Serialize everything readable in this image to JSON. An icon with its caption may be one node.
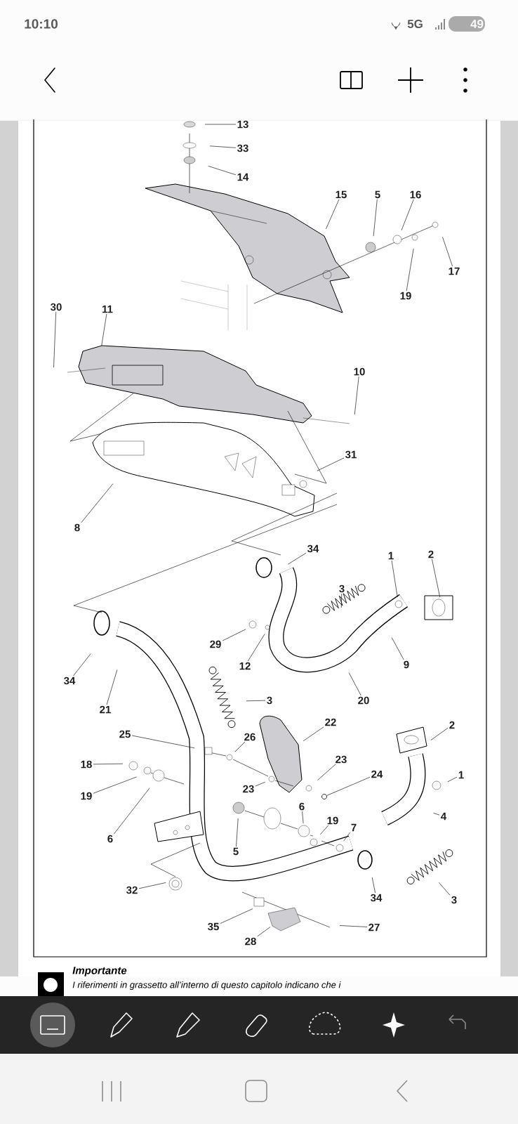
{
  "diagram": {
    "nodes": [
      {
        "text": [
          "13"
        ]
      },
      {
        "text": [
          "33"
        ]
      },
      {
        "text": [
          "14"
        ]
      },
      {
        "text": [
          "15"
        ]
      },
      {
        "text": [
          "5"
        ]
      },
      {
        "text": [
          "16"
        ]
      },
      {
        "text": [
          "17"
        ]
      },
      {
        "text": [
          "19"
        ]
      },
      {
        "text": [
          "30"
        ]
      },
      {
        "text": [
          "11"
        ]
      },
      {
        "text": [
          "10"
        ]
      },
      {
        "text": [
          "31"
        ]
      },
      {
        "text": [
          "8"
        ]
      },
      {
        "text": [
          "34"
        ]
      },
      {
        "text": [
          "1"
        ]
      },
      {
        "text": [
          "2"
        ]
      },
      {
        "text": [
          "3"
        ]
      },
      {
        "text": [
          "29"
        ]
      },
      {
        "text": [
          "12"
        ]
      },
      {
        "text": [
          "9"
        ]
      },
      {
        "text": [
          "34"
        ]
      },
      {
        "text": [
          "21"
        ]
      },
      {
        "text": [
          "20"
        ]
      },
      {
        "text": [
          "3"
        ]
      },
      {
        "text": [
          "22"
        ]
      },
      {
        "text": [
          "2"
        ]
      },
      {
        "text": [
          "25"
        ]
      },
      {
        "text": [
          "26"
        ]
      },
      {
        "text": [
          "18"
        ]
      },
      {
        "text": [
          "1"
        ]
      },
      {
        "text": [
          "23"
        ]
      },
      {
        "text": [
          "24"
        ]
      },
      {
        "text": [
          "19"
        ]
      },
      {
        "text": [
          "23"
        ]
      },
      {
        "text": [
          "6"
        ]
      },
      {
        "text": [
          "6"
        ]
      },
      {
        "text": [
          "19"
        ]
      },
      {
        "text": [
          "7"
        ]
      },
      {
        "text": [
          "4"
        ]
      },
      {
        "text": [
          "5"
        ]
      },
      {
        "text": [
          "32"
        ]
      },
      {
        "text": [
          "34"
        ]
      },
      {
        "text": [
          "3"
        ]
      },
      {
        "text": [
          "35"
        ]
      },
      {
        "text": [
          "28"
        ]
      },
      {
        "text": [
          "27"
        ]
      },
      {
        "text": [],
        "shape": "circle"
      }
    ],
    "edges": [
      {
        "from": 0,
        "to": null,
        "arrow": "none"
      },
      {
        "from": 1,
        "to": null,
        "arrow": "none"
      },
      {
        "from": 2,
        "to": null,
        "arrow": "none"
      },
      {
        "from": 3,
        "to": null,
        "arrow": "none"
      },
      {
        "from": 4,
        "to": null,
        "arrow": "none"
      },
      {
        "from": 5,
        "to": null,
        "arrow": "none"
      },
      {
        "from": 6,
        "to": null,
        "arrow": "none"
      },
      {
        "from": 7,
        "to": null,
        "arrow": "none"
      },
      {
        "from": 8,
        "to": null,
        "arrow": "none"
      },
      {
        "from": 9,
        "to": null,
        "arrow": "none"
      },
      {
        "from": 10,
        "to": null,
        "arrow": "none"
      },
      {
        "from": 11,
        "to": null,
        "arrow": "none"
      },
      {
        "from": 12,
        "to": null,
        "arrow": "none"
      },
      {
        "from": 13,
        "to": null,
        "arrow": "none"
      },
      {
        "from": 14,
        "to": null,
        "arrow": "none"
      },
      {
        "from": 15,
        "to": null,
        "arrow": "none"
      },
      {
        "from": 16,
        "to": null,
        "arrow": "none"
      },
      {
        "from": 17,
        "to": null,
        "arrow": "none"
      },
      {
        "from": 18,
        "to": null,
        "arrow": "none"
      },
      {
        "from": 19,
        "to": null,
        "arrow": "none"
      },
      {
        "from": 20,
        "to": null,
        "arrow": "none"
      },
      {
        "from": 21,
        "to": null,
        "arrow": "none"
      },
      {
        "from": 22,
        "to": null,
        "arrow": "none"
      },
      {
        "from": 23,
        "to": null,
        "arrow": "none"
      },
      {
        "from": 24,
        "to": null,
        "arrow": "none"
      },
      {
        "from": 25,
        "to": null,
        "arrow": "none"
      },
      {
        "from": 26,
        "to": null,
        "arrow": "none"
      },
      {
        "from": 27,
        "to": null,
        "arrow": "none"
      },
      {
        "from": 28,
        "to": null,
        "arrow": "none"
      },
      {
        "from": 29,
        "to": null,
        "arrow": "none"
      },
      {
        "from": 30,
        "to": null,
        "arrow": "none"
      },
      {
        "from": 31,
        "to": 46,
        "arrow": "none"
      },
      {
        "from": 32,
        "to": null,
        "arrow": "none"
      },
      {
        "from": 33,
        "to": null,
        "arrow": "none"
      },
      {
        "from": 34,
        "to": null,
        "arrow": "none"
      },
      {
        "from": 35,
        "to": null,
        "arrow": "none"
      },
      {
        "from": 36,
        "to": null,
        "arrow": "none"
      },
      {
        "from": 37,
        "to": null,
        "arrow": "none"
      },
      {
        "from": 38,
        "to": null,
        "arrow": "none"
      },
      {
        "from": 39,
        "to": null,
        "arrow": "none"
      },
      {
        "from": 40,
        "to": null,
        "arrow": "none"
      },
      {
        "from": 41,
        "to": null,
        "arrow": "none"
      },
      {
        "from": 42,
        "to": null,
        "arrow": "none"
      },
      {
        "from": 43,
        "to": null,
        "arrow": "none"
      },
      {
        "from": 44,
        "to": null,
        "arrow": "none"
      },
      {
        "from": 45,
        "to": null,
        "arrow": "none"
      }
    ],
    "labels": [
      "10:10",
      "5G",
      "49",
      "Importante",
      "I riferimenti in grassetto all’interno di questo capitolo indicano che i"
    ]
  }
}
